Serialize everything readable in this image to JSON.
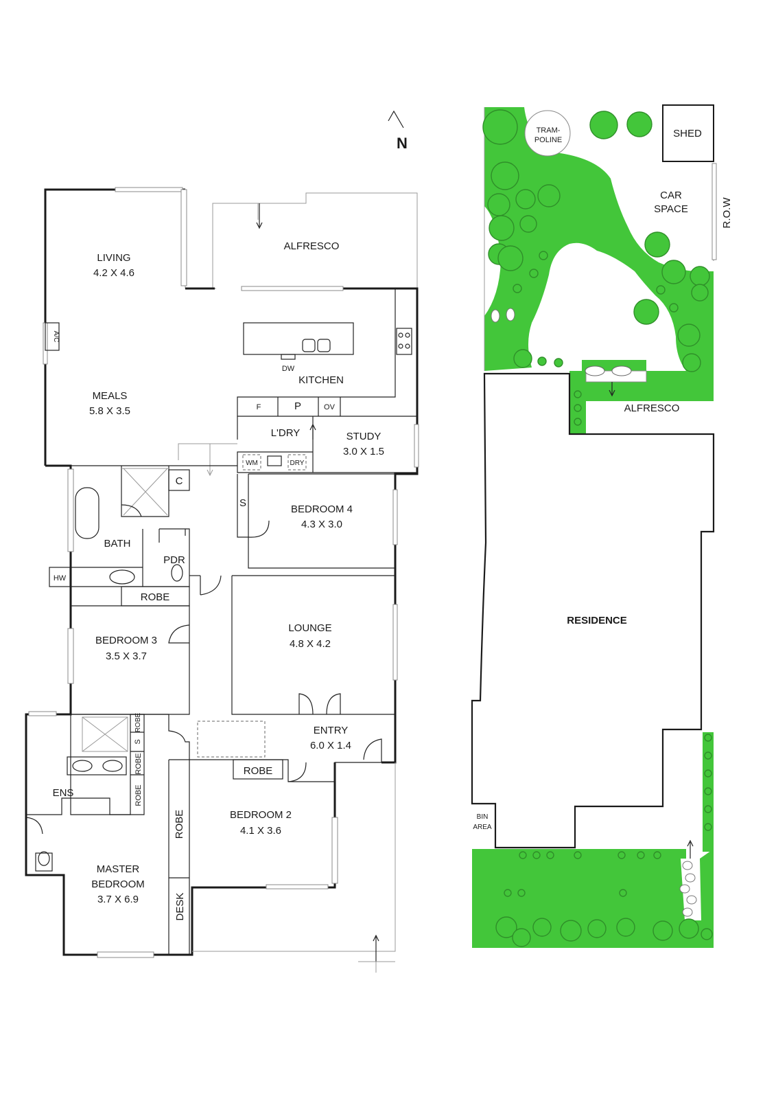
{
  "compass": {
    "label": "N"
  },
  "ground_floor": {
    "rooms": [
      {
        "name": "LIVING",
        "dims": "4.2 X 4.6"
      },
      {
        "name": "ALFRESCO"
      },
      {
        "name": "KITCHEN"
      },
      {
        "name": "MEALS",
        "dims": "5.8 X 3.5"
      },
      {
        "name": "L'DRY"
      },
      {
        "name": "STUDY",
        "dims": "3.0 X 1.5"
      },
      {
        "name": "BEDROOM 4",
        "dims": "4.3 X 3.0"
      },
      {
        "name": "BATH"
      },
      {
        "name": "PDR"
      },
      {
        "name": "LOUNGE",
        "dims": "4.8 X 4.2"
      },
      {
        "name": "BEDROOM 3",
        "dims": "3.5 X 3.7"
      },
      {
        "name": "ENTRY",
        "dims": "6.0 X 1.4"
      },
      {
        "name": "ENS"
      },
      {
        "name": "BEDROOM 2",
        "dims": "4.1 X 3.6"
      },
      {
        "name": "MASTER",
        "dims": "BEDROOM"
      },
      {
        "name": "3.7 X 6.9"
      }
    ],
    "fixtures": {
      "ac": "A/C",
      "dw": "DW",
      "fridge": "F",
      "pantry": "P",
      "oven": "OV",
      "wm": "WM",
      "dry": "DRY",
      "cupboard": "C",
      "storage": "S",
      "hw": "HW",
      "robe_bed3": "ROBE",
      "robe_bed2": "ROBE",
      "robe_master": "ROBE",
      "desk": "DESK",
      "ens_robe_1": "ROBE",
      "ens_robe_2": "ROBE",
      "ens_robe_3": "ROBE",
      "ens_s": "S"
    }
  },
  "site_plan": {
    "trampoline_line1": "TRAM-",
    "trampoline_line2": "POLINE",
    "shed": "SHED",
    "car_line1": "CAR",
    "car_line2": "SPACE",
    "row": "R.O.W",
    "alfresco": "ALFRESCO",
    "residence": "RESIDENCE",
    "bin_line1": "BIN",
    "bin_line2": "AREA"
  },
  "colors": {
    "garden": "#43c63a",
    "wall": "#1a1a1a"
  }
}
